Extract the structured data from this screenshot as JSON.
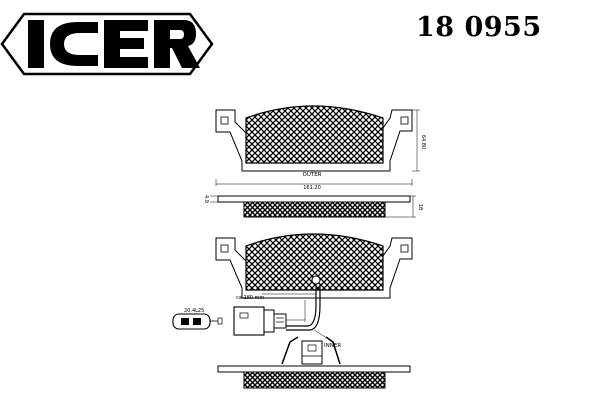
{
  "brand": {
    "name": "ICER"
  },
  "part_number": "18 0955",
  "labels": {
    "outer": "OUTER",
    "inner": "INNER",
    "pad_width": "161.20",
    "pad_height": "64.80",
    "friction_thickness": "18",
    "backplate_thickness": "4.9",
    "wire_length": "ca 280 mm",
    "connector_code": "20.4L25"
  }
}
